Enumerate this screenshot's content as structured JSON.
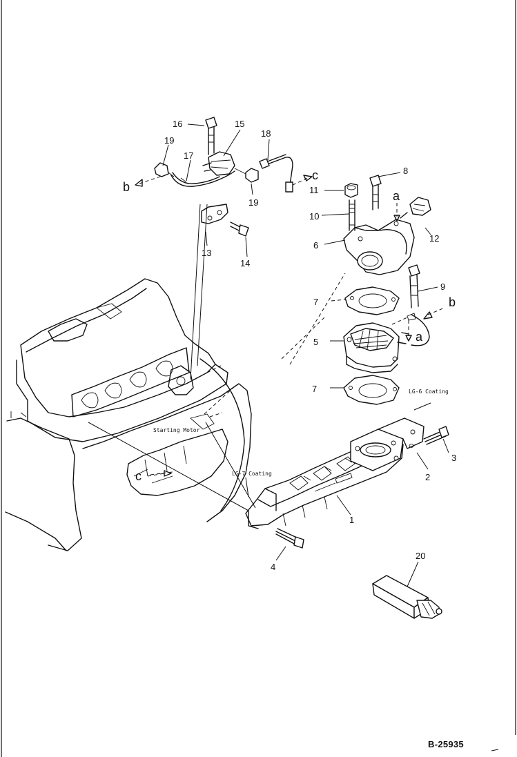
{
  "drawing_number": "B-25935",
  "notes": {
    "lg6": "LG-6 Coating",
    "lg7": "LG-7 Coating",
    "starting_motor": "Starting Motor"
  },
  "callouts": {
    "p1": "1",
    "p2": "2",
    "p3": "3",
    "p4": "4",
    "p5": "5",
    "p6": "6",
    "p7a": "7",
    "p7b": "7",
    "p8": "8",
    "p9": "9",
    "p10": "10",
    "p11": "11",
    "p12": "12",
    "p13": "13",
    "p14": "14",
    "p15": "15",
    "p16": "16",
    "p17": "17",
    "p18": "18",
    "p19a": "19",
    "p19b": "19",
    "p20": "20"
  },
  "connection_letters": {
    "a_top": "a",
    "a_mid": "a",
    "b_left": "b",
    "b_right": "b",
    "c_top": "c",
    "c_left": "c"
  }
}
